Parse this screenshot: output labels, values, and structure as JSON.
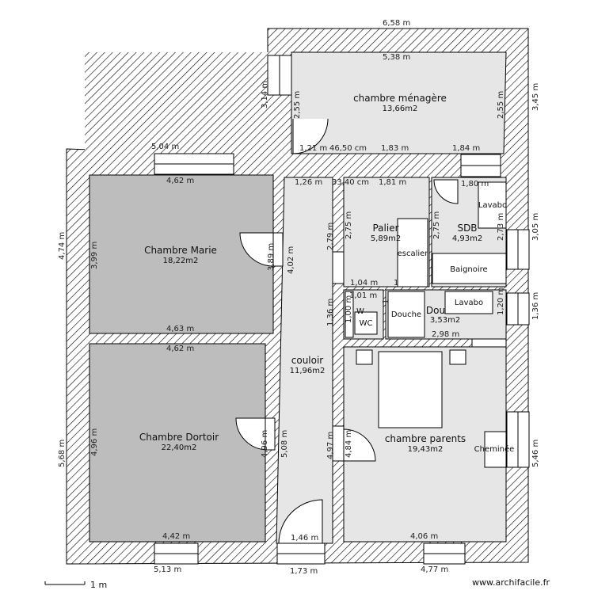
{
  "rooms": {
    "chambre_menagere": {
      "name": "chambre ménagère",
      "area": "13,66m2"
    },
    "chambre_marie": {
      "name": "Chambre Marie",
      "area": "18,22m2"
    },
    "chambre_dortoir": {
      "name": "Chambre Dortoir",
      "area": "22,40m2"
    },
    "couloir": {
      "name": "couloir",
      "area": "11,96m2"
    },
    "palier": {
      "name": "Palier",
      "area": "5,89m2"
    },
    "sdb": {
      "name": "SDB",
      "area": "4,93m2"
    },
    "douche_room": {
      "name": "Dou",
      "area": "3,53m2"
    },
    "chambre_parents": {
      "name": "chambre parents",
      "area": "19,43m2"
    }
  },
  "fixtures": {
    "escalier": "escalier",
    "lavabo_sdb": "Lavabo",
    "baignoire": "Baignoire",
    "lavabo_douche": "Lavabo",
    "douche": "Douche",
    "wc": "WC",
    "cheminee": "Cheminée",
    "wc_partial": "W"
  },
  "dims": {
    "top_total": "6,58 m",
    "menagere_top": "5,38 m",
    "left_wing_top": "5,04 m",
    "menagere_left_ext": "3,14 m",
    "menagere_left_int": "2,55 m",
    "menagere_right_int": "2,55 m",
    "menagere_right_ext": "3,45 m",
    "seg_121": "1,21 m",
    "seg_4650": "46,50 cm",
    "seg_183": "1,83 m",
    "seg_184": "1,84 m",
    "marie_top": "4,62 m",
    "seg_126": "1,26 m",
    "seg_3340": "33,40 cm",
    "seg_181": "1,81 m",
    "seg_180": "1,80 m",
    "left_ext_474": "4,74 m",
    "marie_left": "3,99 m",
    "marie_right": "3,89 m",
    "couloir_402": "4,02 m",
    "palier_left_ext": "2,79 m",
    "palier_left": "2,75 m",
    "sdb_left": "2,75 m",
    "sdb_right": "2,73 m",
    "right_ext_305": "3,05 m",
    "marie_bottom": "4,63 m",
    "dortoir_top": "4,62 m",
    "seg_104": "1,04 m",
    "seg_1_a": "1",
    "seg_101": "1,01 m",
    "seg_136": "1,36 m",
    "seg_100": "1,00 m",
    "seg_1_b": "1",
    "seg_120": "1,20 m",
    "right_ext_136": "1,36 m",
    "seg_298": "2,98 m",
    "left_ext_568": "5,68 m",
    "dortoir_left": "4,96 m",
    "dortoir_right": "4,96 m",
    "couloir_508": "5,08 m",
    "parents_left_ext": "4,97 m",
    "parents_left": "4,84 m",
    "right_ext_546": "5,46 m",
    "dortoir_bottom": "4,42 m",
    "couloir_bottom": "1,46 m",
    "parents_bottom": "4,06 m",
    "bottom_513": "5,13 m",
    "bottom_173": "1,73 m",
    "bottom_477": "4,77 m"
  },
  "footer": {
    "scale": "1 m",
    "credit": "www.archifacile.fr"
  },
  "colors": {
    "wall": "#000000",
    "room_light": "#e6e6e6",
    "room_dark": "#bdbdbd",
    "fixture": "#ffffff"
  }
}
